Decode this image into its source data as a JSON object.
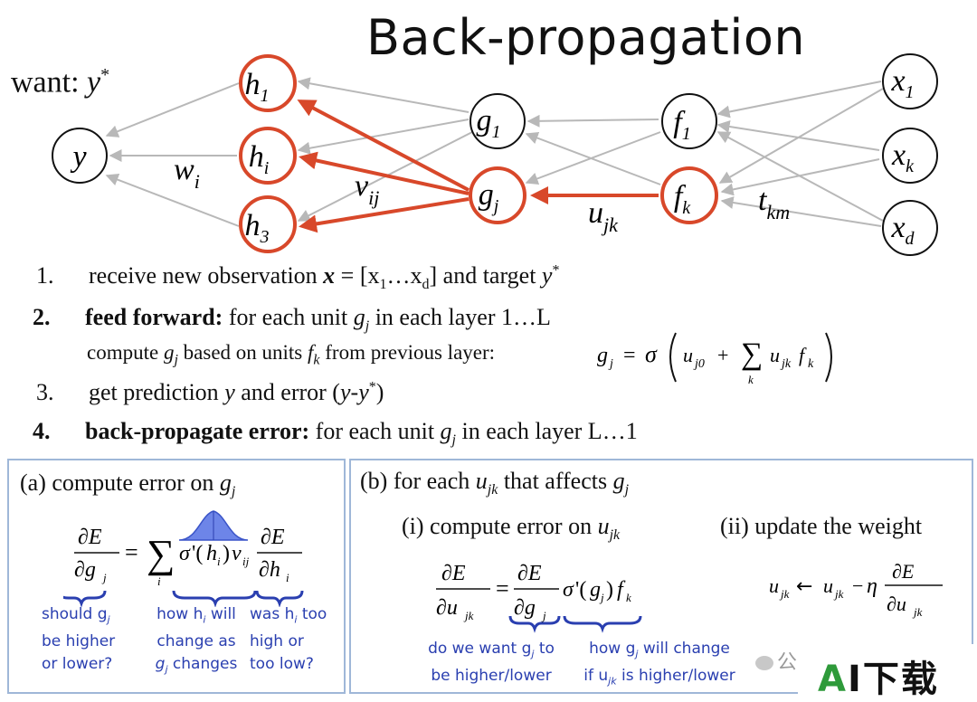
{
  "title": "Back-propagation",
  "want_label": "want:",
  "nodes": {
    "h1": {
      "base": "h",
      "sub": "1"
    },
    "hi": {
      "base": "h",
      "sub": "i"
    },
    "h3": {
      "base": "h",
      "sub": "3"
    },
    "y": {
      "base": "y",
      "sub": ""
    },
    "g1": {
      "base": "g",
      "sub": "1"
    },
    "gj": {
      "base": "g",
      "sub": "j"
    },
    "f1": {
      "base": "f",
      "sub": "1"
    },
    "fk": {
      "base": "f",
      "sub": "k"
    },
    "x1": {
      "base": "x",
      "sub": "1"
    },
    "xk": {
      "base": "x",
      "sub": "k"
    },
    "xd": {
      "base": "x",
      "sub": "d"
    }
  },
  "weights": {
    "wi": {
      "base": "w",
      "sub": "i"
    },
    "vij": {
      "base": "v",
      "sub": "ij"
    },
    "ujk": {
      "base": "u",
      "sub": "jk"
    },
    "tkm": {
      "base": "t",
      "sub": "km"
    }
  },
  "steps": {
    "s1": {
      "num": "1.",
      "pre": "receive new observation",
      "vec": "x",
      "mid": " = [x",
      "sub1": "1",
      "dots": "…x",
      "subd": "d",
      "post": "] and target"
    },
    "s2": {
      "num": "2.",
      "bold": "feed forward:",
      "text": "for each unit",
      "tail": "in each layer 1…L"
    },
    "s2b": {
      "text1": "compute",
      "text2": "based on units",
      "text3": "from previous layer:"
    },
    "s3": {
      "num": "3.",
      "text": "get prediction",
      "text2": "and error"
    },
    "s4": {
      "num": "4.",
      "bold": "back-propagate error:",
      "text": "for each unit",
      "tail": "in each layer L…1"
    }
  },
  "panel_a": {
    "title": "(a) compute error on",
    "note1": [
      "should g",
      "be higher",
      "or lower?"
    ],
    "note2": [
      "how h",
      "change as",
      "changes"
    ],
    "note3": [
      "was h",
      "high or",
      "too low?"
    ],
    "note2_will": " will",
    "note3_too": " too"
  },
  "panel_b": {
    "title": "(b) for each",
    "title_tail": "that affects",
    "sub_i": "(i) compute error on",
    "sub_ii": "(ii) update the weight",
    "note1": [
      "do we want g",
      "be higher/lower"
    ],
    "note1_to": " to",
    "note2": [
      "how g",
      "will change",
      "if u",
      "is higher/lower"
    ]
  },
  "watermark": {
    "text": "公众",
    "logo_accent": "A",
    "logo_rest": "I下载"
  },
  "colors": {
    "highlight": "#d8482a",
    "grey_edge": "#b8b8b8",
    "note_blue": "#2a3fb0",
    "panel_border": "#9fb7d8"
  }
}
